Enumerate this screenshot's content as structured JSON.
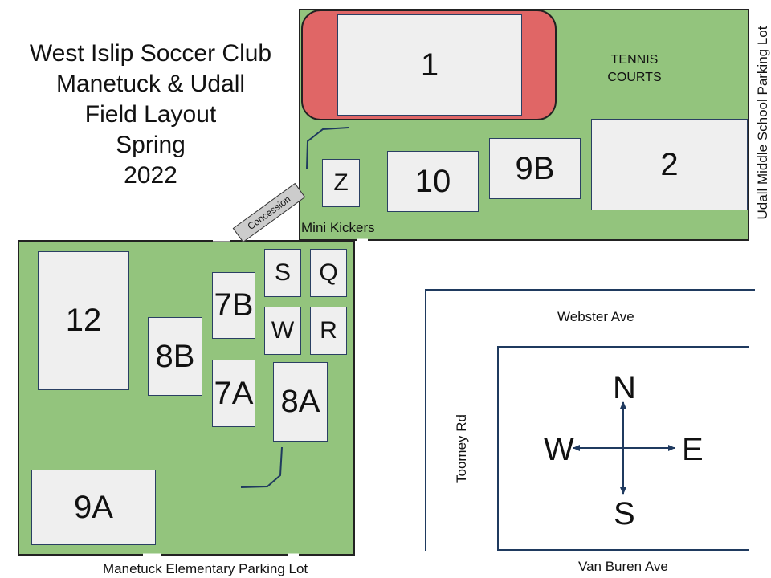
{
  "title": {
    "lines": [
      "West Islip Soccer Club",
      "Manetuck & Udall",
      "Field Layout",
      "Spring",
      "2022"
    ]
  },
  "fields": {
    "f1": "1",
    "f2": "2",
    "f9b": "9B",
    "f10": "10",
    "fz": "Z",
    "f12": "12",
    "f8b": "8B",
    "f7b": "7B",
    "f7a": "7A",
    "f8a": "8A",
    "fs": "S",
    "fq": "Q",
    "fw": "W",
    "fr": "R",
    "f9a": "9A"
  },
  "labels": {
    "tennis_line1": "TENNIS",
    "tennis_line2": "COURTS",
    "mini_kickers": "Mini Kickers",
    "concession": "Concession",
    "udall_lot": "Udall Middle School Parking Lot",
    "manetuck_lot": "Manetuck Elementary Parking Lot"
  },
  "streets": {
    "webster": "Webster Ave",
    "van_buren": "Van Buren Ave",
    "toomey": "Toomey Rd"
  },
  "compass": {
    "n": "N",
    "s": "S",
    "e": "E",
    "w": "W"
  },
  "colors": {
    "grass": "#93c47d",
    "field": "#efefef",
    "track": "#e06666",
    "road": "#1f3a5f"
  }
}
